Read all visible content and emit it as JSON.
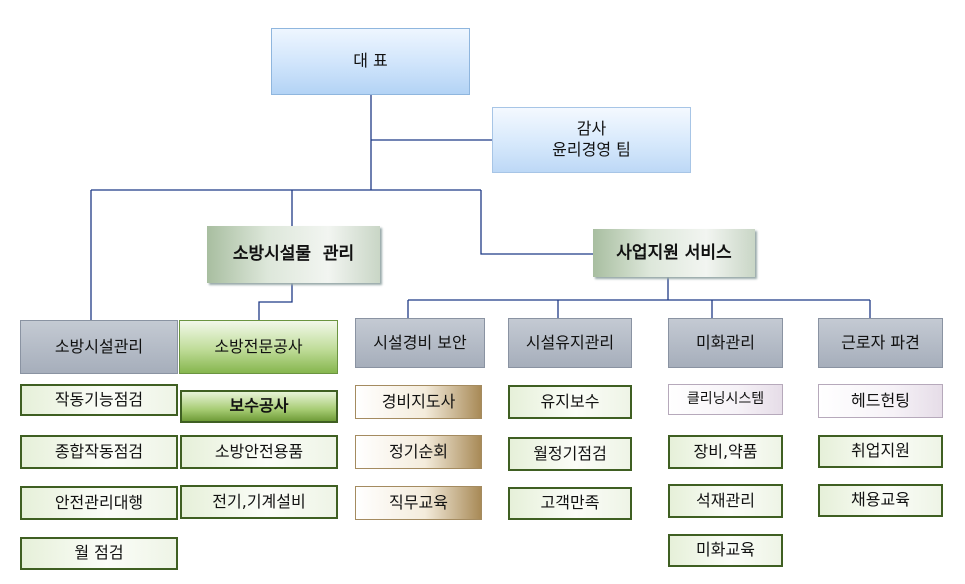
{
  "ceo": "대 표",
  "audit": {
    "line1": "감사",
    "line2": "윤리경영 팀"
  },
  "divisions": {
    "facility": "소방시설물  관리",
    "support": "사업지원 서비스"
  },
  "facility_groups": {
    "management": {
      "title": "소방시설관리",
      "items": [
        "작동기능점검",
        "종합작동점검",
        "안전관리대행",
        "월 점검"
      ]
    },
    "construction": {
      "title": "소방전문공사",
      "items": [
        "보수공사",
        "소방안전용품",
        "전기,기계설비"
      ]
    }
  },
  "support_groups": {
    "security": {
      "title": "시설경비 보안",
      "items": [
        "경비지도사",
        "정기순회",
        "직무교육"
      ]
    },
    "maintenance": {
      "title": "시설유지관리",
      "items": [
        "유지보수",
        "월정기점검",
        "고객만족"
      ]
    },
    "cleaning": {
      "title": "미화관리",
      "items": [
        "클리닝시스템",
        "장비,약품",
        "석재관리",
        "미화교육"
      ]
    },
    "dispatch": {
      "title": "근로자 파견",
      "items": [
        "헤드헌팅",
        "취업지원",
        "채용교육"
      ]
    }
  }
}
